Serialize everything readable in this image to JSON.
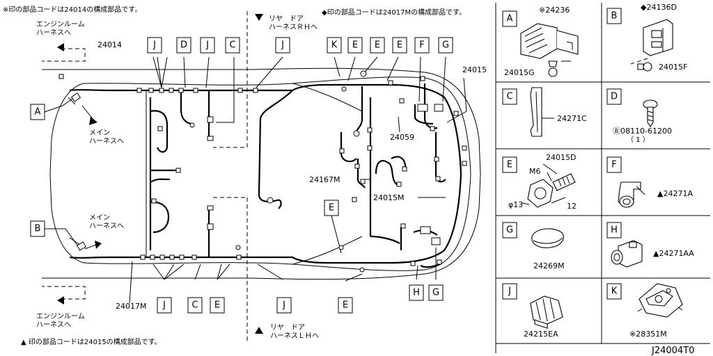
{
  "notes": {
    "top_left": "※印の部品コードは24014の構成部品です。",
    "top_mid": "◆印の部品コードは24017Mの構成部品です。",
    "bottom_left": "▲ 印の部品コードは24015の構成部品です。"
  },
  "directions": {
    "engine_room_top": [
      "エンジンルーム",
      "ハーネスへ"
    ],
    "engine_room_bottom": [
      "エンジンルーム",
      "ハーネスへ"
    ],
    "main_harness_a": [
      "メイン",
      "ハーネスへ"
    ],
    "main_harness_b": [
      "メイン",
      "ハーネスへ"
    ],
    "rear_door_rh": [
      "リヤ　ドア",
      "ハーネスＲＨへ"
    ],
    "rear_door_lh": [
      "リヤ　ドア",
      "ハーネスＬＨへ"
    ]
  },
  "harness_labels": {
    "h24014": "24014",
    "h24015": "24015",
    "h24059": "24059",
    "h24167m": "24167M",
    "h24015m": "24015M",
    "h24017m": "24017M"
  },
  "callouts_top": [
    "J",
    "D",
    "J",
    "C",
    "J",
    "K",
    "E",
    "E",
    "E",
    "F",
    "G"
  ],
  "callouts_side": [
    "A",
    "B"
  ],
  "callouts_mid": [
    "E"
  ],
  "callouts_bottom": [
    "J",
    "C",
    "E",
    "J",
    "E",
    "H",
    "G"
  ],
  "parts": [
    {
      "letter": "A",
      "labels": [
        "※24236",
        "24015G"
      ]
    },
    {
      "letter": "B",
      "labels": [
        "◆24136D",
        "24015F"
      ]
    },
    {
      "letter": "C",
      "labels": [
        "24271C"
      ]
    },
    {
      "letter": "D",
      "labels": [
        "Ⓑ08110-61200",
        "（ 1 ）"
      ]
    },
    {
      "letter": "E",
      "labels": [
        "24015D",
        "M6",
        "φ13",
        "12"
      ]
    },
    {
      "letter": "F",
      "labels": [
        "▲24271A"
      ]
    },
    {
      "letter": "G",
      "labels": [
        "24269M"
      ]
    },
    {
      "letter": "H",
      "labels": [
        "▲24271AA"
      ]
    },
    {
      "letter": "J",
      "labels": [
        "24215EA"
      ]
    },
    {
      "letter": "K",
      "labels": [
        "※28351M"
      ]
    }
  ],
  "diagram_code": "J24004T0"
}
